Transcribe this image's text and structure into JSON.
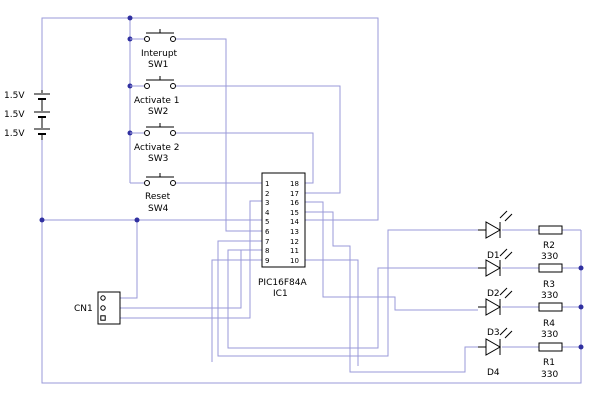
{
  "colors": {
    "wire": "#9a9ad8",
    "component": "#000000",
    "background": "#ffffff",
    "junction": "#3030a0"
  },
  "battery": {
    "cells": [
      {
        "label": "1.5V"
      },
      {
        "label": "1.5V"
      },
      {
        "label": "1.5V"
      }
    ]
  },
  "switches": [
    {
      "name": "Interupt",
      "ref": "SW1"
    },
    {
      "name": "Activate 1",
      "ref": "SW2"
    },
    {
      "name": "Activate 2",
      "ref": "SW3"
    },
    {
      "name": "Reset",
      "ref": "SW4"
    }
  ],
  "ic": {
    "part": "PIC16F84A",
    "ref": "IC1",
    "left_pins": [
      "1",
      "2",
      "3",
      "4",
      "5",
      "6",
      "7",
      "8",
      "9"
    ],
    "right_pins": [
      "18",
      "17",
      "16",
      "15",
      "14",
      "13",
      "12",
      "11",
      "10"
    ]
  },
  "connector": {
    "ref": "CN1"
  },
  "leds": [
    {
      "ref": "D1"
    },
    {
      "ref": "D2"
    },
    {
      "ref": "D3"
    },
    {
      "ref": "D4"
    }
  ],
  "resistors": [
    {
      "ref": "R2",
      "value": "330"
    },
    {
      "ref": "R3",
      "value": "330"
    },
    {
      "ref": "R4",
      "value": "330"
    },
    {
      "ref": "R1",
      "value": "330"
    }
  ]
}
